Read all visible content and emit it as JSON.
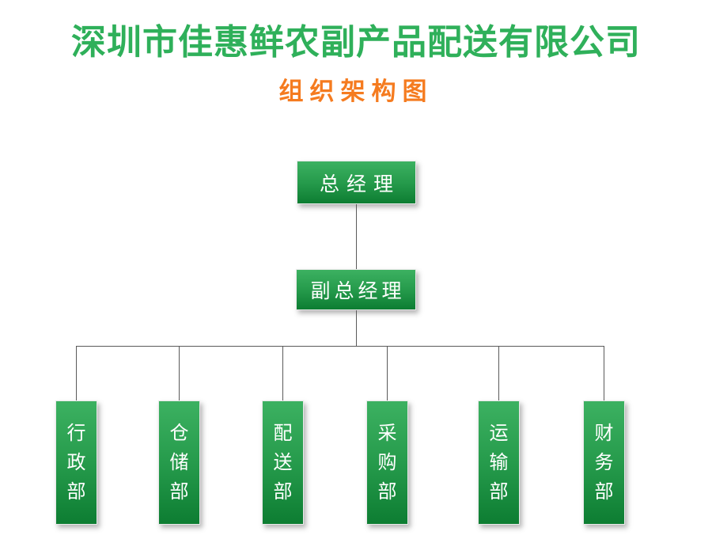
{
  "page": {
    "title": "深圳市佳惠鲜农副产品配送有限公司",
    "subtitle": "组织架构图",
    "colors": {
      "title_green": "#2fb05a",
      "subtitle_orange": "#f57b1f",
      "box_gradient_top": "#3cb161",
      "box_gradient_mid": "#259a4b",
      "box_gradient_bottom": "#0d7d32",
      "connector_line": "#5a5a5a",
      "box_text": "#ffffff"
    }
  },
  "org": {
    "root": {
      "label": "总经理"
    },
    "deputy": {
      "label": "副总经理"
    },
    "departments": [
      {
        "label": "行政部"
      },
      {
        "label": "仓储部"
      },
      {
        "label": "配送部"
      },
      {
        "label": "采购部"
      },
      {
        "label": "运输部"
      },
      {
        "label": "财务部"
      }
    ]
  }
}
